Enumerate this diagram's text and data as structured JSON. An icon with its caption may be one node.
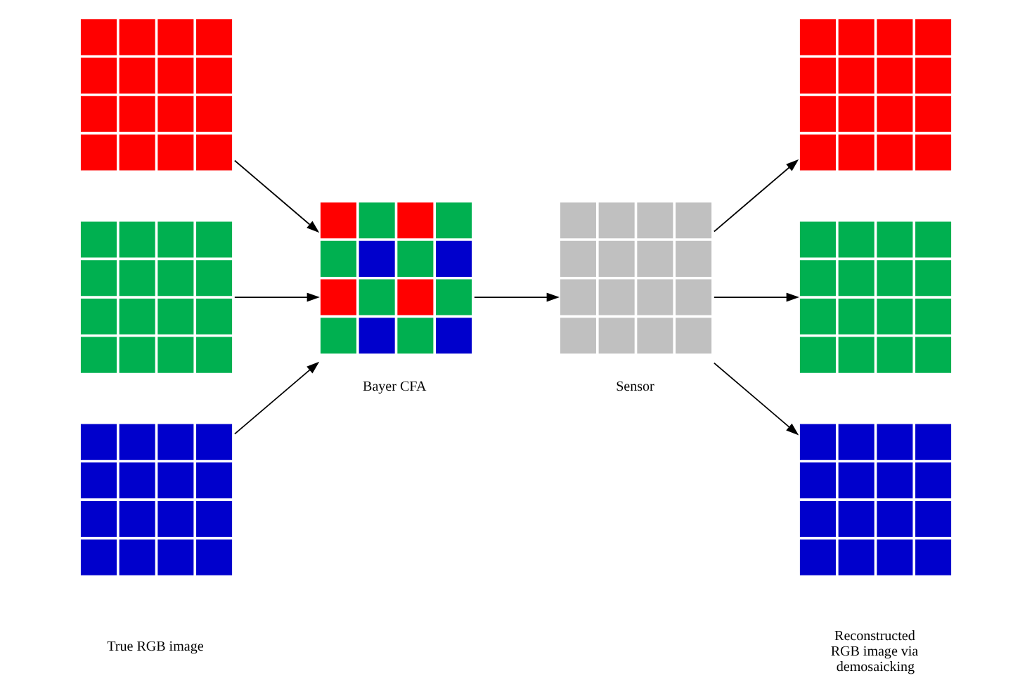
{
  "diagram": {
    "nodes": [
      {
        "text": [],
        "shape": "box"
      },
      {
        "text": [],
        "shape": "box"
      },
      {
        "text": [],
        "shape": "box"
      },
      {
        "text": [],
        "shape": "box",
        "beside": [
          "Bayer CFA"
        ]
      },
      {
        "text": [],
        "shape": "box",
        "beside": [
          "Sensor"
        ]
      },
      {
        "text": [],
        "shape": "box"
      },
      {
        "text": [],
        "shape": "box"
      },
      {
        "text": [],
        "shape": "box"
      }
    ],
    "edges": [
      {
        "from": 0,
        "to": 3,
        "arrow": "to"
      },
      {
        "from": 1,
        "to": 3,
        "arrow": "to"
      },
      {
        "from": 2,
        "to": 3,
        "arrow": "to"
      },
      {
        "from": 3,
        "to": 4,
        "arrow": "to"
      },
      {
        "from": 4,
        "to": 5,
        "arrow": "to"
      },
      {
        "from": 4,
        "to": 6,
        "arrow": "to"
      },
      {
        "from": 4,
        "to": 7,
        "arrow": "to"
      }
    ],
    "labels": [
      "True RGB image",
      "Reconstructed RGB image via demosaicking"
    ]
  }
}
